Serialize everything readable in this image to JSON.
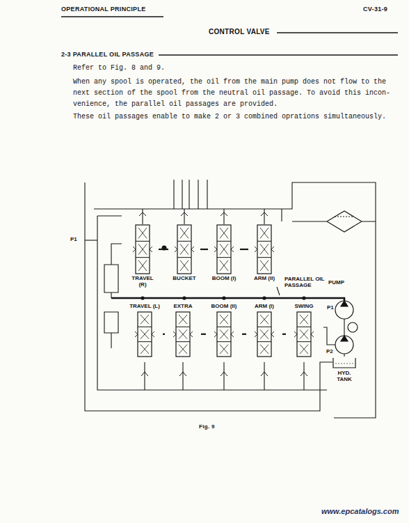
{
  "diagram": {
    "title": "CONTROL VALVE",
    "caption": "Fig. 9",
    "nodes": [
      {
        "text": [
          "TRAVEL (R)"
        ]
      },
      {
        "text": [
          "BUCKET"
        ]
      },
      {
        "text": [
          "BOOM (I)"
        ]
      },
      {
        "text": [
          "ARM (II)"
        ]
      },
      {
        "text": [
          "TRAVEL (L)"
        ]
      },
      {
        "text": [
          "EXTRA"
        ]
      },
      {
        "text": [
          "BOOM (II)"
        ]
      },
      {
        "text": [
          "ARM (I)"
        ]
      },
      {
        "text": [
          "SWING"
        ]
      },
      {
        "text": [
          "HYD. TANK"
        ]
      }
    ],
    "edges": [
      {
        "from": 0,
        "to": 1,
        "arrow": "none"
      },
      {
        "from": 1,
        "to": 2,
        "arrow": "none"
      },
      {
        "from": 2,
        "to": 3,
        "arrow": "none"
      },
      {
        "from": 4,
        "to": 5,
        "arrow": "none"
      },
      {
        "from": 5,
        "to": 6,
        "arrow": "none"
      },
      {
        "from": 6,
        "to": 7,
        "arrow": "none"
      },
      {
        "from": 7,
        "to": 8,
        "arrow": "none"
      }
    ],
    "labels": [
      "OPERATIONAL PRINCIPLE",
      "CV-31-9",
      "2-3 PARALLEL OIL PASSAGE",
      "Refer to Fig. 8 and 9.",
      "When any spool is operated, the oil from the main pump does not flow to the next section of the spool from the neutral oil passage. To avoid this incon- venience, the parallel oil passages are provided.",
      "These oil passages enable to make 2 or 3 combined oprations simultaneously.",
      "P1",
      "PARALLEL OIL PASSAGE",
      "PUMP",
      "P1",
      "P2",
      "www.epcatalogs.com"
    ]
  }
}
